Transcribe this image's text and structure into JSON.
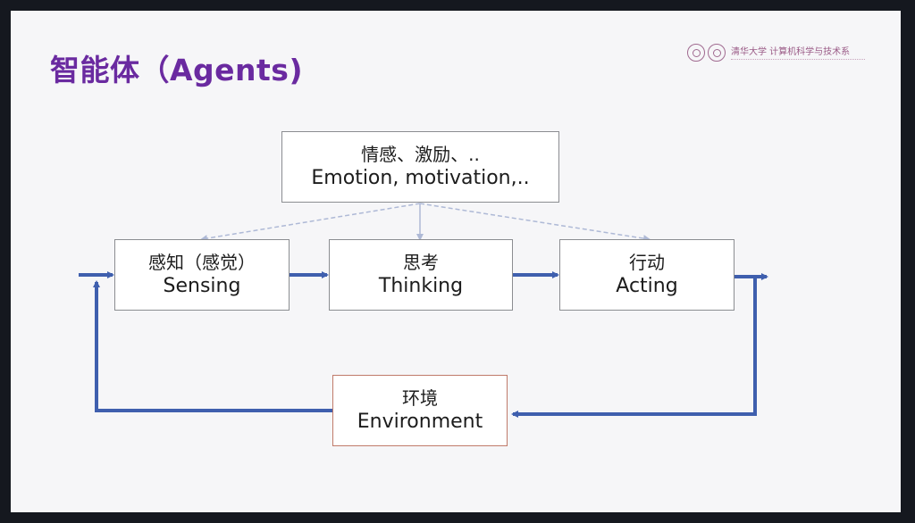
{
  "slide": {
    "title": "智能体（Agents)",
    "logo": {
      "text": "清华大学 计算机科学与技术系"
    }
  },
  "diagram": {
    "emotion": {
      "zh": "情感、激励、..",
      "en": "Emotion, motivation,.."
    },
    "sensing": {
      "zh": "感知（感觉）",
      "en": "Sensing"
    },
    "thinking": {
      "zh": "思考",
      "en": "Thinking"
    },
    "acting": {
      "zh": "行动",
      "en": "Acting"
    },
    "environment": {
      "zh": "环境",
      "en": "Environment"
    }
  },
  "colors": {
    "title": "#6a2aa0",
    "flow_arrow": "#3f5fae",
    "influence_arrow": "#aeb9d6",
    "box_border": "#8b8d91",
    "environment_border": "#c07a6a"
  }
}
